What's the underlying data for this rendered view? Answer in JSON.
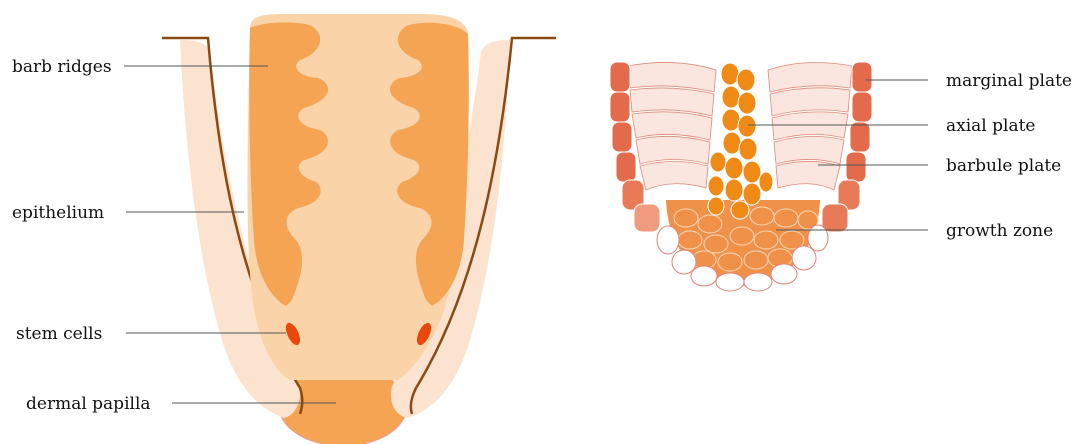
{
  "labels": {
    "barb_ridges": "barb ridges",
    "epithelium": "epithelium",
    "stem_cells": "stem cells",
    "dermal_papilla": "dermal papilla",
    "marginal_plate": "marginal plate",
    "axial_plate": "axial plate",
    "barbule_plate": "barbule plate",
    "growth_zone": "growth zone"
  },
  "colors": {
    "epithelium_fill": "#fbe3cf",
    "epithelium_outline": "#8a4a12",
    "follicle_core": "#fbd3a8",
    "barb_ridge": "#f5a453",
    "stem_cell": "#e8480c",
    "papilla": "#f5a453",
    "marginal_cell": "#e36a4a",
    "marginal_cell_light": "#f09b80",
    "barbule_cell": "#fbe6df",
    "axial_cell": "#ef8a16",
    "growth_cell": "#f0914a",
    "growth_edge_cell": "#ffffff",
    "leader_line": "#555555"
  }
}
